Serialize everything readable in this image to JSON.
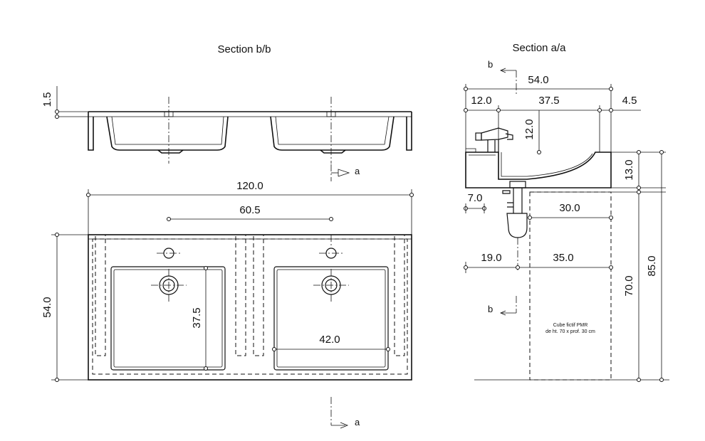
{
  "titles": {
    "section_b": "Section b/b",
    "section_a": "Section a/a"
  },
  "markers": {
    "a": "a",
    "b": "b"
  },
  "plan_dims": {
    "top_thickness": "1.5",
    "total_width": "120.0",
    "tap_spacing": "60.5",
    "depth": "54.0",
    "basin_depth": "37.5",
    "basin_width": "42.0"
  },
  "section_dims": {
    "depth": "54.0",
    "front": "12.0",
    "inner": "37.5",
    "back": "4.5",
    "tap_height": "12.0",
    "front_height": "13.0",
    "siphon_offset": "7.0",
    "cube_depth": "30.0",
    "knee_offset": "19.0",
    "knee_depth": "35.0",
    "cube_height": "70.0",
    "total_height": "85.0"
  },
  "cube_note": {
    "line1": "Cube fictif PMR",
    "line2": "de ht. 70 x prof. 30 cm"
  }
}
